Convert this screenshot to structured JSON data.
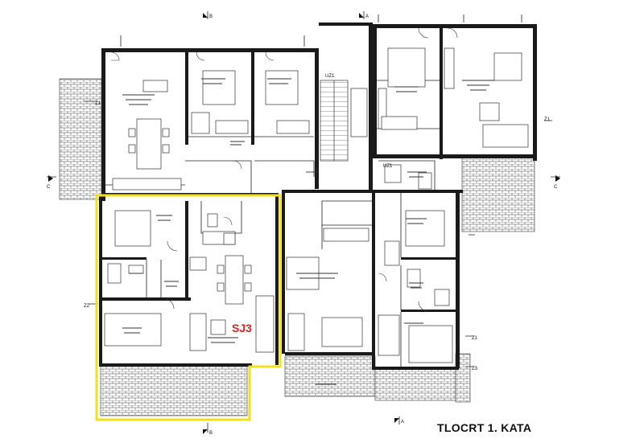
{
  "plan": {
    "title": "TLOCRT 1. KATA",
    "highlighted_unit": "SJ3",
    "highlight_color": "#f0e020",
    "unit_label_color": "#e02020",
    "section_marks": {
      "b_top": "B",
      "b_bottom": "B",
      "a_top": "A",
      "a_bottom": "A",
      "c_left": "C",
      "c_right": "C"
    },
    "axis_marks": [
      "Z1",
      "Z1",
      "Z2",
      "Z3",
      "UZ1",
      "UZ1",
      "Z1"
    ]
  }
}
